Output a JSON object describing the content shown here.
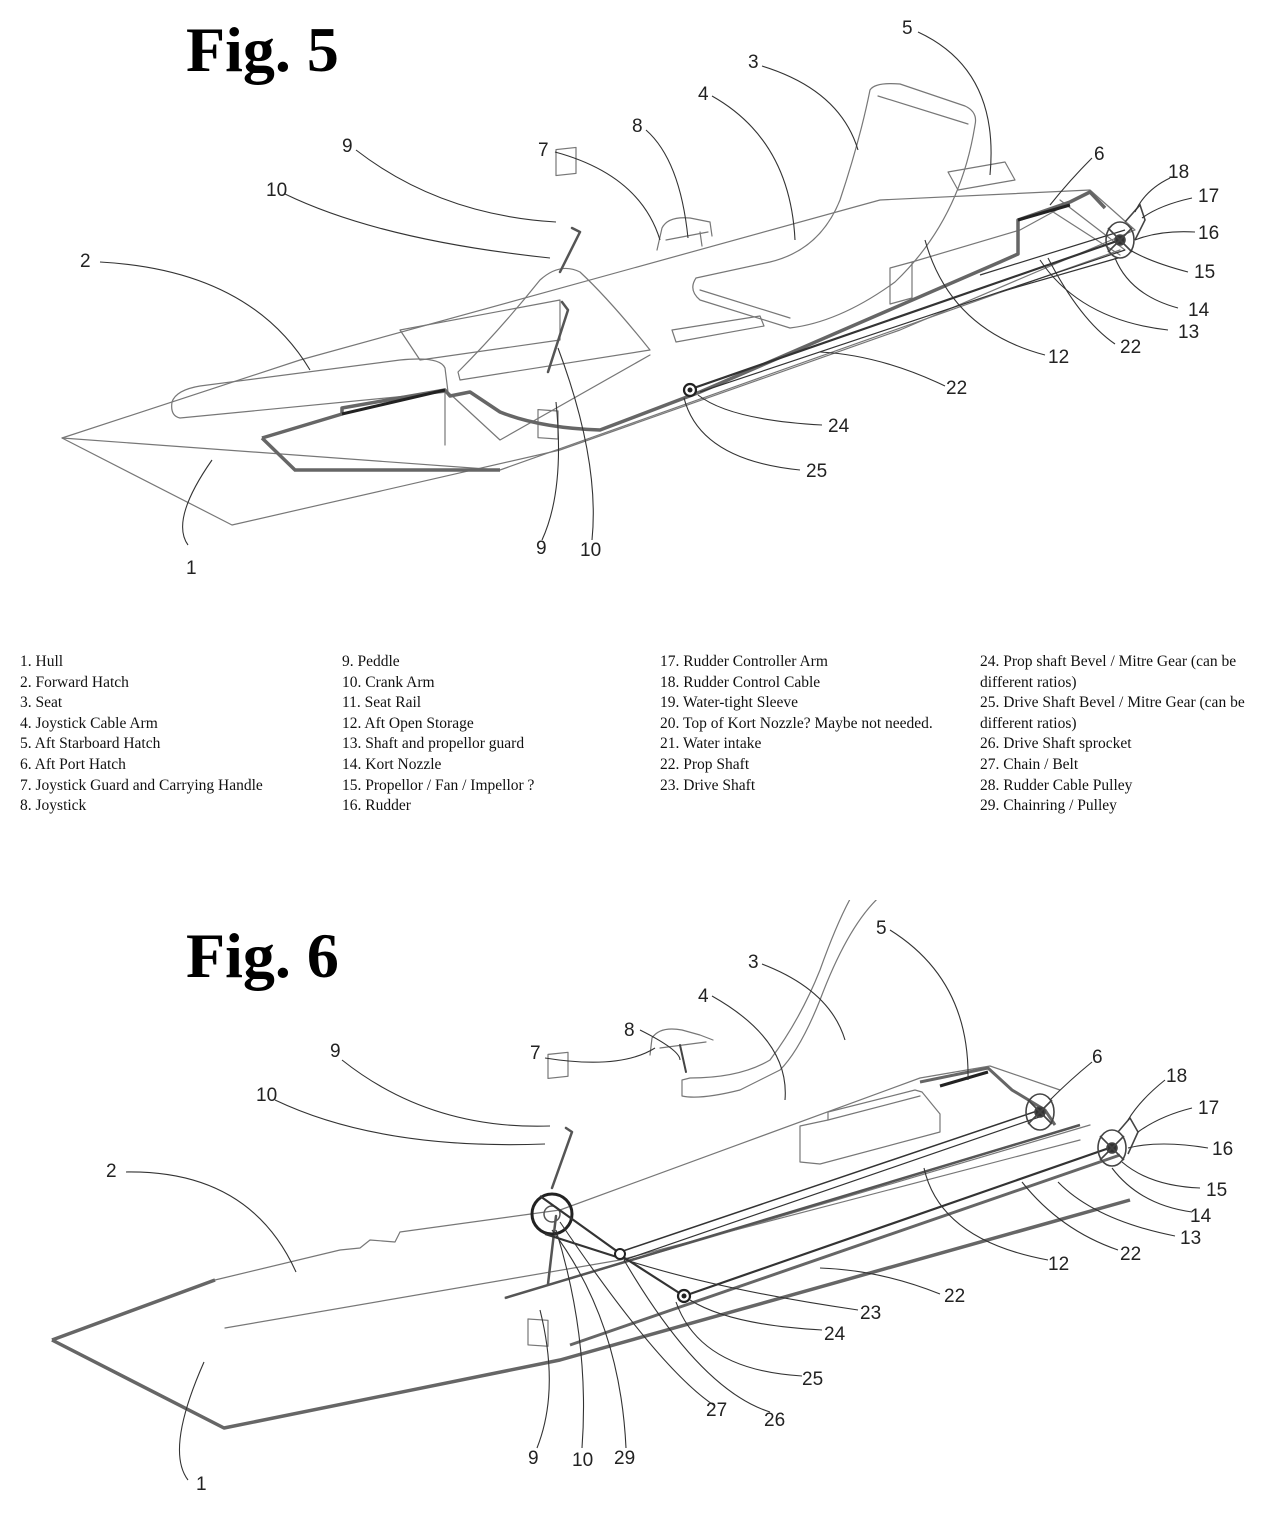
{
  "figures": {
    "fig5": {
      "title": "Fig. 5",
      "callouts": [
        "1",
        "2",
        "3",
        "4",
        "5",
        "6",
        "7",
        "8",
        "9",
        "10",
        "9",
        "10",
        "12",
        "13",
        "14",
        "15",
        "16",
        "17",
        "18",
        "22",
        "22",
        "24",
        "25"
      ]
    },
    "fig6": {
      "title": "Fig. 6",
      "callouts": [
        "1",
        "2",
        "3",
        "4",
        "5",
        "6",
        "7",
        "8",
        "9",
        "10",
        "9",
        "10",
        "12",
        "13",
        "14",
        "15",
        "16",
        "17",
        "18",
        "22",
        "22",
        "23",
        "24",
        "25",
        "26",
        "27",
        "29"
      ]
    }
  },
  "legend": {
    "columns": [
      [
        "1. Hull",
        "2. Forward Hatch",
        "3. Seat",
        "4. Joystick Cable Arm",
        "5. Aft Starboard Hatch",
        "6. Aft Port Hatch",
        "7. Joystick Guard and Carrying Handle",
        "8. Joystick"
      ],
      [
        "9. Peddle",
        "10. Crank Arm",
        "11. Seat Rail",
        "12. Aft Open Storage",
        "13. Shaft and propellor guard",
        "14. Kort Nozzle",
        "15. Propellor / Fan / Impellor ?",
        "16. Rudder"
      ],
      [
        "17. Rudder Controller Arm",
        "18. Rudder Control Cable",
        "19. Water-tight Sleeve",
        "20. Top of Kort Nozzle? Maybe not needed.",
        "21.  Water intake",
        "22. Prop Shaft",
        "23. Drive Shaft"
      ],
      [
        "24. Prop shaft Bevel / Mitre Gear (can be different ratios)",
        "25. Drive Shaft Bevel / Mitre Gear (can be different ratios)",
        "26. Drive Shaft sprocket",
        "27. Chain / Belt",
        "28. Rudder Cable Pulley",
        "29. Chainring / Pulley"
      ]
    ]
  }
}
